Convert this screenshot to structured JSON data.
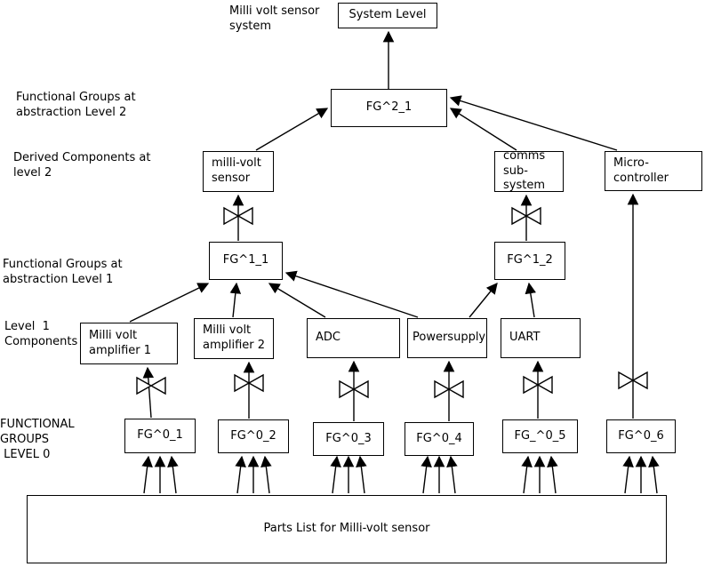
{
  "diagram_title": "Milli volt sensor system",
  "side_labels": {
    "top_system": "Milli volt sensor\nsystem",
    "fg_level2": "Functional Groups at\nabstraction Level 2",
    "derived_level2": "Derived Components at\nlevel 2",
    "fg_level1": "Functional Groups at\nabstraction Level 1",
    "level1_components": "Level  1\nComponents",
    "fg_level0": "FUNCTIONAL\nGROUPS\n LEVEL 0"
  },
  "nodes": {
    "system_level": "System Level",
    "fg2_1": "FG^2_1",
    "milli_volt_sensor": "milli-volt\nsensor",
    "comms_subsystem": "comms\nsub-system",
    "micro_controller": "Micro-\ncontroller",
    "fg1_1": "FG^1_1",
    "fg1_2": "FG^1_2",
    "amplifier1": "Milli volt\namplifier 1",
    "amplifier2": "Milli volt\namplifier 2",
    "adc": "ADC",
    "powersupply": "Powersupply",
    "uart": "UART",
    "fg0_1": "FG^0_1",
    "fg0_2": "FG^0_2",
    "fg0_3": "FG^0_3",
    "fg0_4": "FG^0_4",
    "fg0_5": "FG_^0_5",
    "fg0_6": "FG^0_6",
    "parts_list": "Parts List for Milli-volt sensor"
  },
  "colors": {
    "line": "#000000",
    "box_border": "#000000",
    "background": "#ffffff",
    "text": "#000000"
  }
}
